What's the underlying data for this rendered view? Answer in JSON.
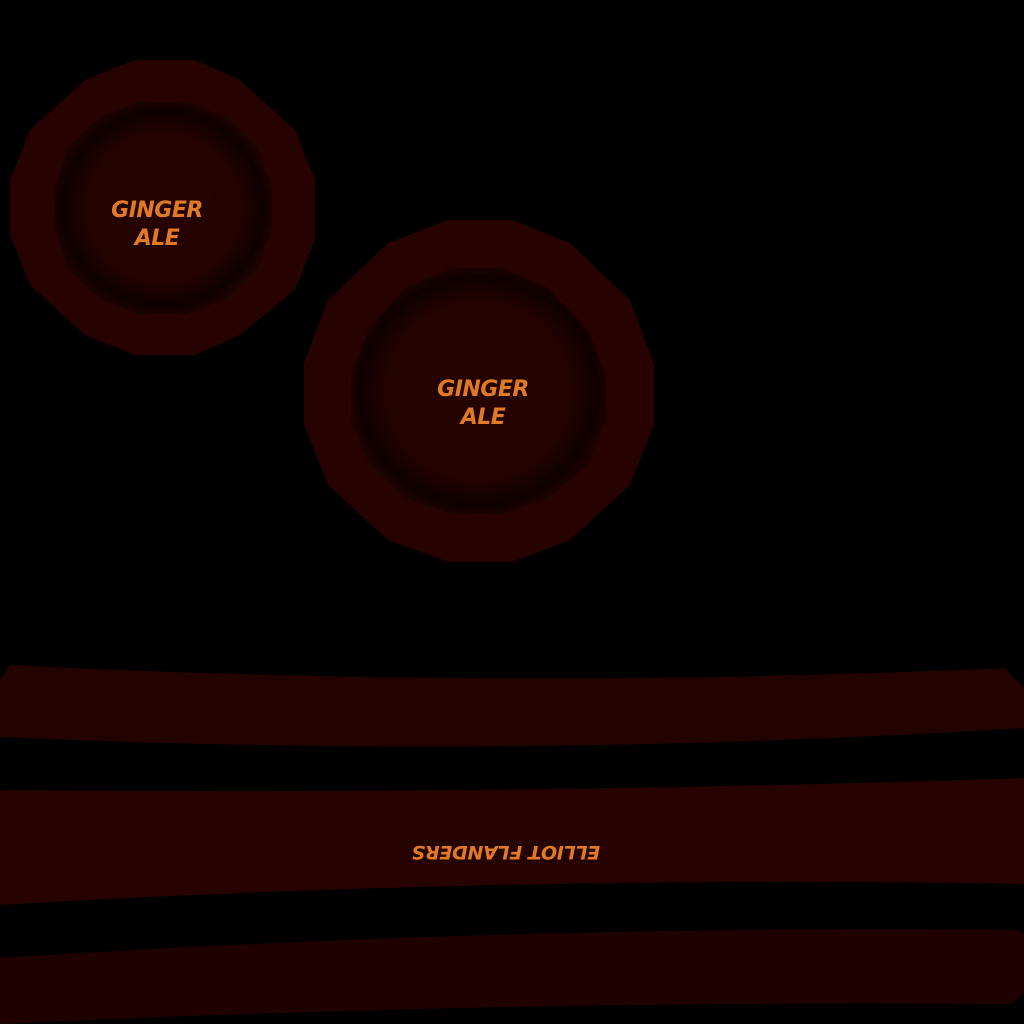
{
  "texture": {
    "background_color": "#000000",
    "base_color": "#260300",
    "inner_shadow_color": "#0f0100",
    "text_color": "#e07a25"
  },
  "labels": {
    "cap_small_line1": "GINGER",
    "cap_small_line2": "ALE",
    "cap_large_line1": "GINGER",
    "cap_large_line2": "ALE",
    "band_text": "ELLIOT FLANDERS"
  }
}
